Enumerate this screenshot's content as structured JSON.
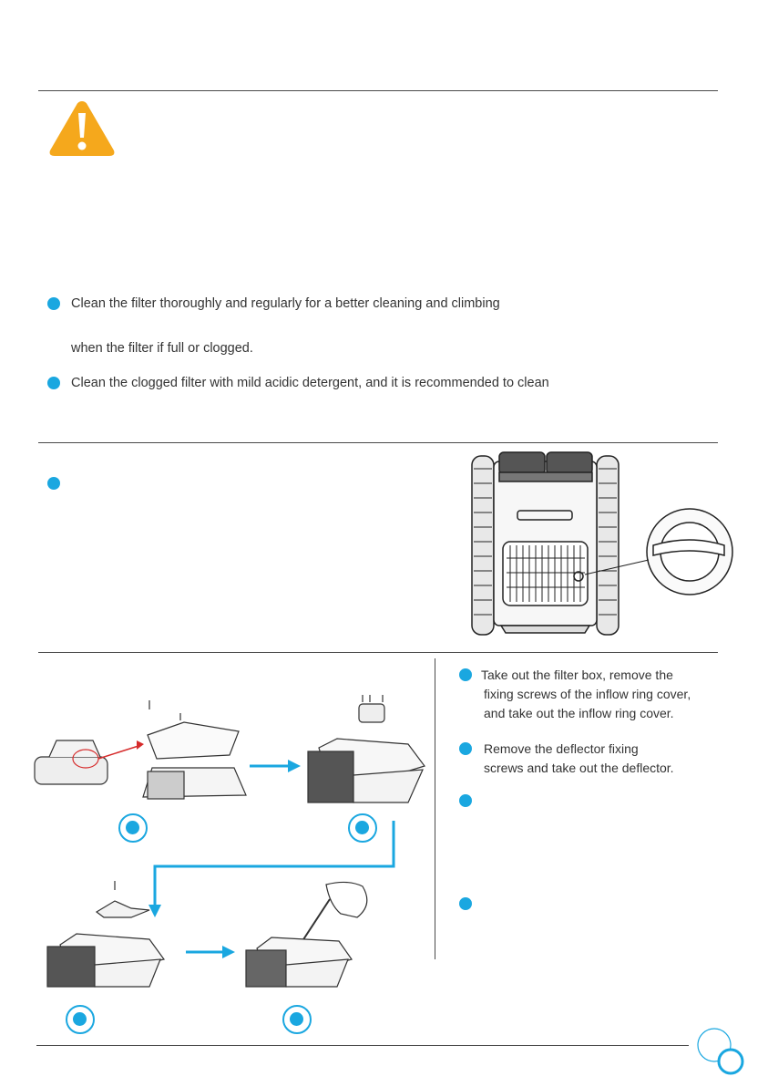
{
  "colors": {
    "accent": "#1aa7e0",
    "warning": "#f5a81c",
    "rule": "#4a4a4a",
    "text": "#333333"
  },
  "icons": {
    "warning": "warning-triangle-icon",
    "step_marker": "step-ring-icon",
    "bullet": "blue-dot-icon",
    "arrow": "arrow-right-icon"
  },
  "section1": {
    "bullet1_line1": "Clean the filter thoroughly and regularly for a better cleaning and climbing",
    "bullet1_line2": "when the filter if full or clogged.",
    "bullet2_line1": "Clean the clogged filter with mild acidic detergent, and it is recommended to clean"
  },
  "steps": {
    "step1_line1": "Take out the filter box, remove the",
    "step1_line2": "fixing screws of the inflow ring cover,",
    "step1_line3": "and take out the inflow ring cover.",
    "step2_line1": "Remove the deflector fixing",
    "step2_line2": "screws and take out the deflector."
  }
}
